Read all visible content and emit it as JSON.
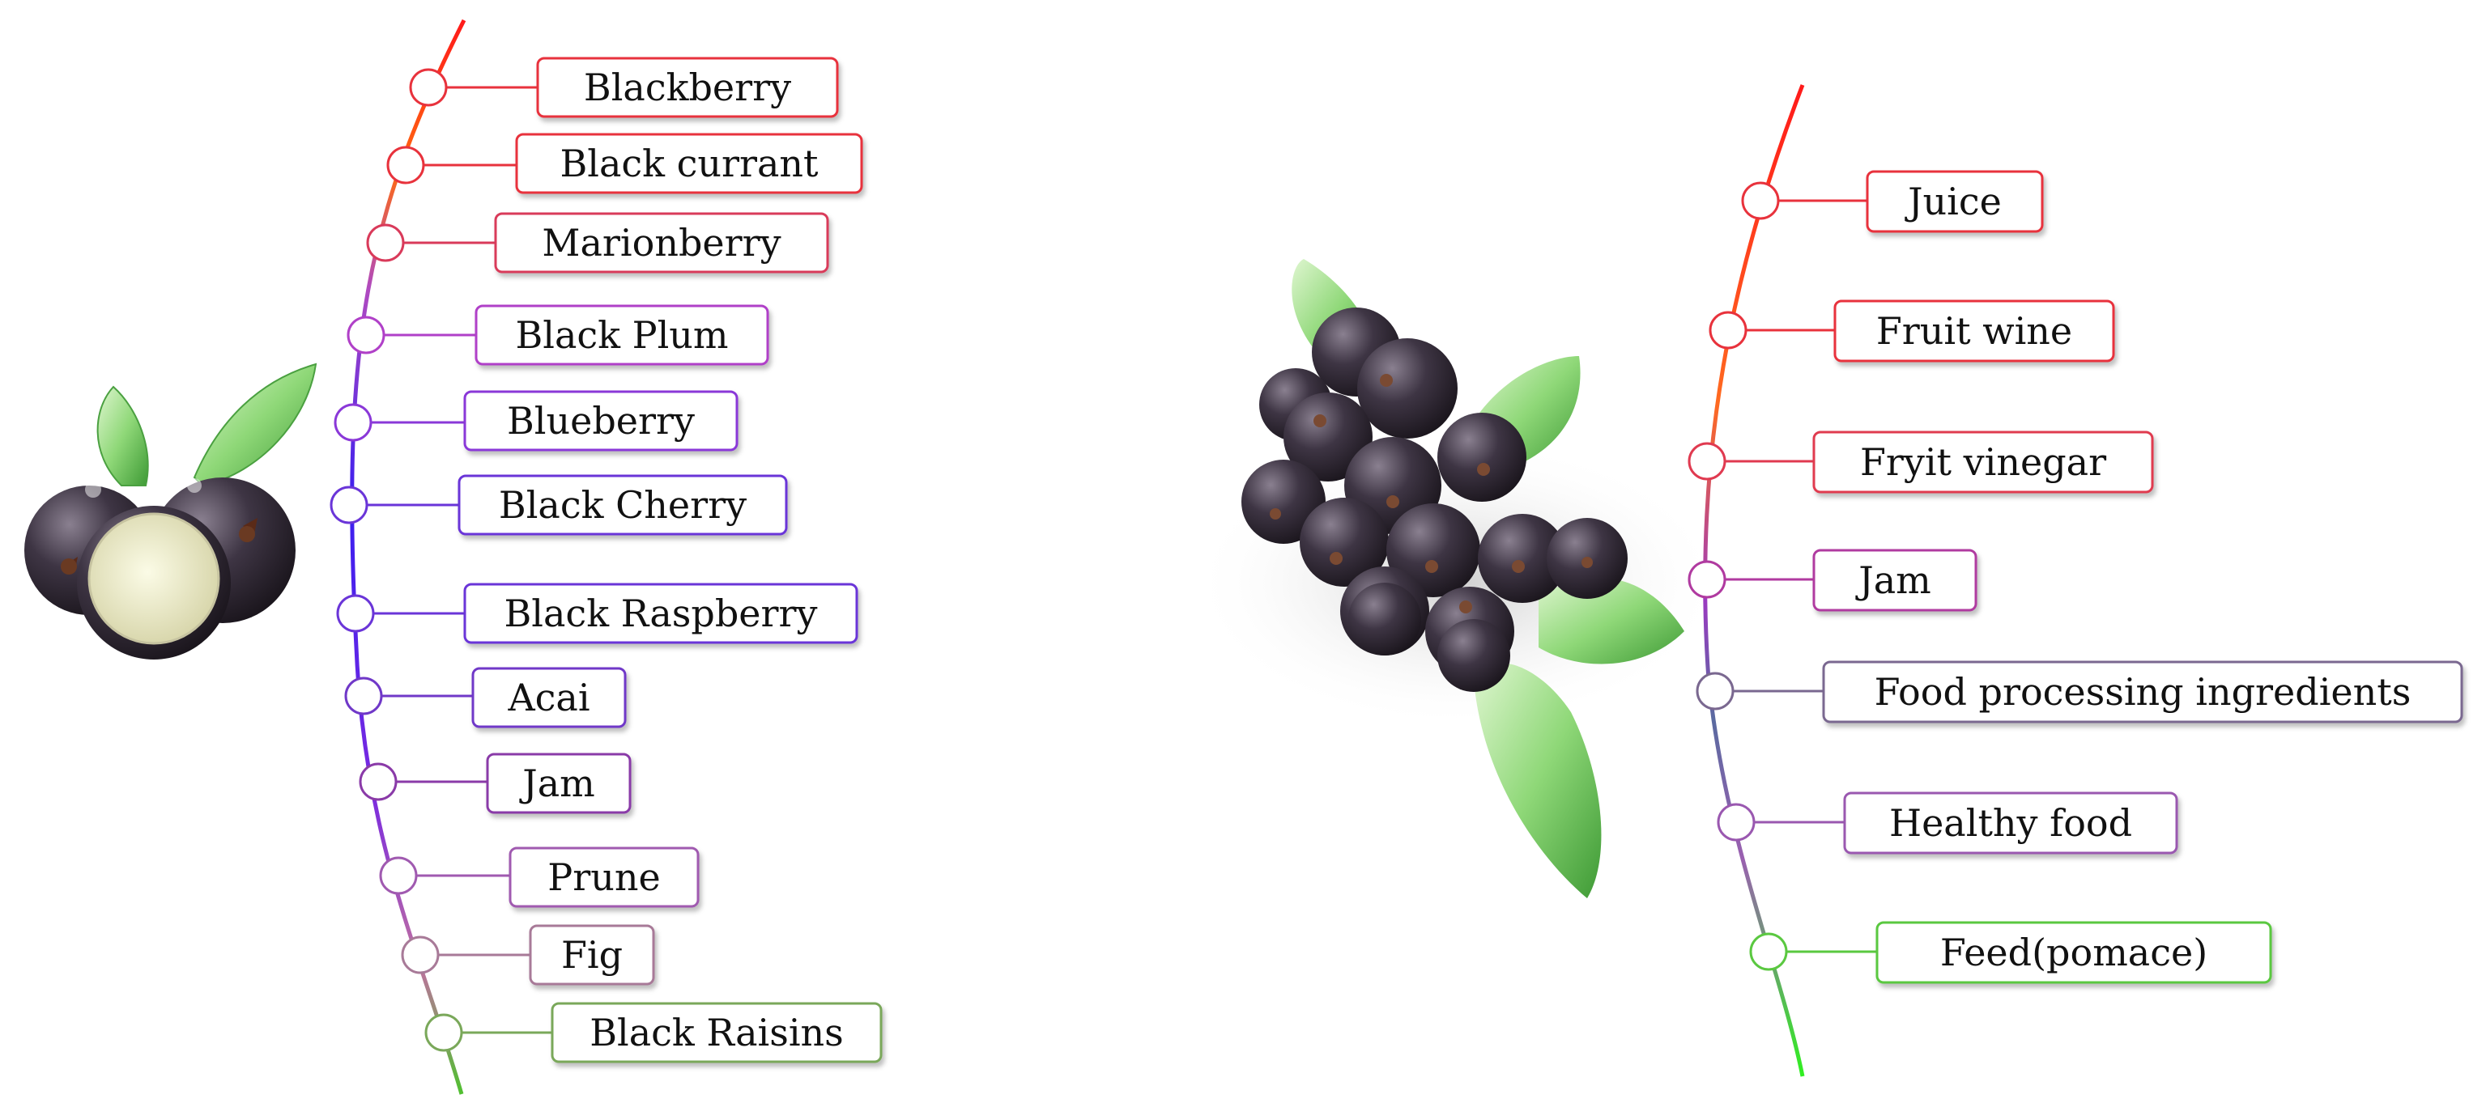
{
  "left_list": {
    "items": [
      {
        "label": "Blackberry",
        "color": "#e8323c"
      },
      {
        "label": "Black currant",
        "color": "#e8323c"
      },
      {
        "label": "Marionberry",
        "color": "#d93a5a"
      },
      {
        "label": "Black Plum",
        "color": "#b040c8"
      },
      {
        "label": "Blueberry",
        "color": "#8a38d8"
      },
      {
        "label": "Black Cherry",
        "color": "#6a35d8"
      },
      {
        "label": "Black Raspberry",
        "color": "#6a35d8"
      },
      {
        "label": "Acai",
        "color": "#7038c8"
      },
      {
        "label": "Jam",
        "color": "#8a3aa8"
      },
      {
        "label": "Prune",
        "color": "#a05ab0"
      },
      {
        "label": "Fig",
        "color": "#a87a98"
      },
      {
        "label": "Black Raisins",
        "color": "#7aa85a"
      }
    ]
  },
  "right_list": {
    "items": [
      {
        "label": "Juice",
        "color": "#e8323c"
      },
      {
        "label": "Fruit wine",
        "color": "#e8323c"
      },
      {
        "label": "Fryit vinegar",
        "color": "#e03a50"
      },
      {
        "label": "Jam",
        "color": "#b03aa0"
      },
      {
        "label": "Food processing ingredients",
        "color": "#7a6890"
      },
      {
        "label": "Healthy food",
        "color": "#9a58b0"
      },
      {
        "label": "Feed(pomace)",
        "color": "#5ac840"
      }
    ]
  },
  "icons": {
    "left_fruit": "aronia-berries-halved-icon",
    "right_fruit": "aronia-berry-cluster-icon"
  }
}
